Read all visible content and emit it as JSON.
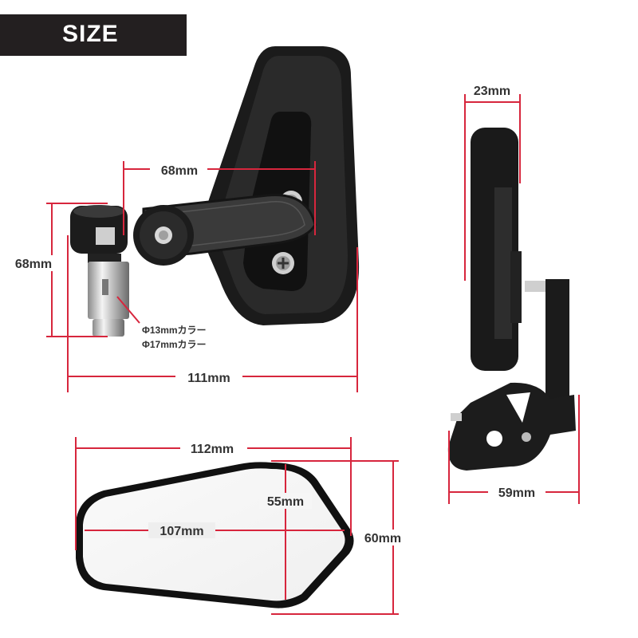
{
  "header": {
    "title": "SIZE"
  },
  "dimensions": {
    "arm_width": "68mm",
    "clamp_height": "68mm",
    "total_width": "111mm",
    "side_depth": "23mm",
    "side_base": "59mm",
    "glass_width": "112mm",
    "glass_inner_width": "107mm",
    "glass_inner_height": "55mm",
    "glass_height": "60mm"
  },
  "notes": {
    "collar_13": "Φ13mmカラー",
    "collar_17": "Φ17mmカラー"
  },
  "colors": {
    "dimension_line": "#d7263d",
    "badge_bg": "#231f20",
    "product": "#1a1a1a"
  }
}
